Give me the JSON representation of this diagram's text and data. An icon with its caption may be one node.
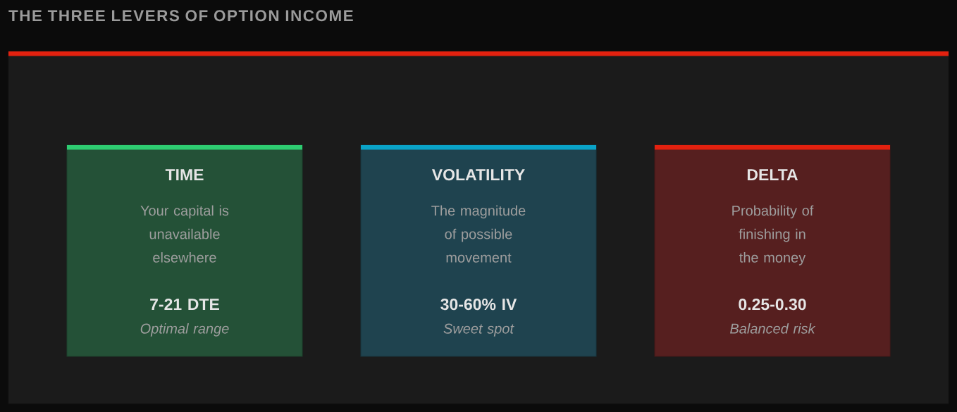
{
  "diagram": {
    "title": "THE THREE LEVERS OF OPTION INCOME",
    "nodes": [
      {
        "text": [],
        "shape": "box"
      },
      {
        "text": [
          "TIME",
          "Your capital is unavailable elsewhere",
          "7-21 DTE",
          "Optimal range"
        ],
        "in": 0
      },
      {
        "text": [
          "VOLATILITY",
          "The magnitude of possible movement",
          "30-60% IV",
          "Sweet spot"
        ],
        "in": 0
      },
      {
        "text": [
          "DELTA",
          "Probability of finishing in the money",
          "0.25-0.30",
          "Balanced risk"
        ],
        "in": 0
      }
    ]
  }
}
